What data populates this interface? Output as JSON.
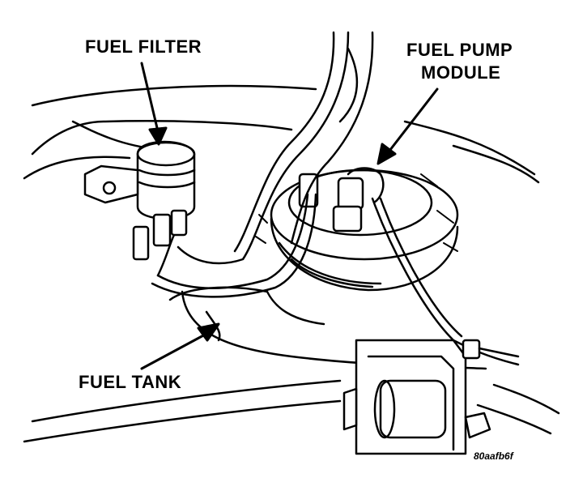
{
  "labels": {
    "fuel_filter": "FUEL FILTER",
    "fuel_pump_module_line1": "FUEL PUMP",
    "fuel_pump_module_line2": "MODULE",
    "fuel_tank": "FUEL TANK"
  },
  "figure_id": "80aafb6f",
  "colors": {
    "ink": "#000000",
    "paper": "#ffffff",
    "shade": "#d9d9d9"
  }
}
